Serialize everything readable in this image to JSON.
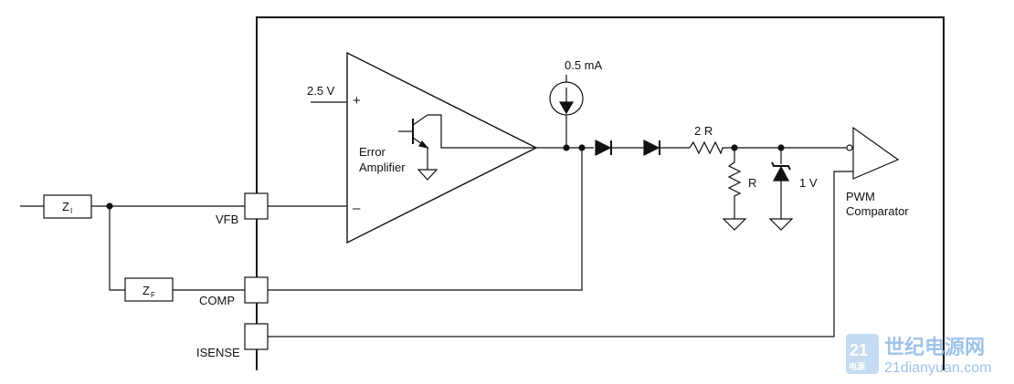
{
  "labels": {
    "ref_voltage": "2.5 V",
    "plus": "+",
    "minus": "–",
    "current_source": "0.5 mA",
    "error_amp_1": "Error",
    "error_amp_2": "Amplifier",
    "r2": "2 R",
    "r1": "R",
    "zener": "1 V",
    "pwm_1": "PWM",
    "pwm_2": "Comparator",
    "zi": "Z",
    "zi_sub": "I",
    "zf": "Z",
    "zf_sub": "F",
    "vfb": "VFB",
    "comp": "COMP",
    "isense": "ISENSE"
  },
  "watermark": {
    "badge_top": "21",
    "badge_sub": "电源",
    "name": "世纪电源网",
    "url": "21dianyuan.com"
  },
  "colors": {
    "line": "#111111",
    "watermark": "#9ec3e8"
  }
}
